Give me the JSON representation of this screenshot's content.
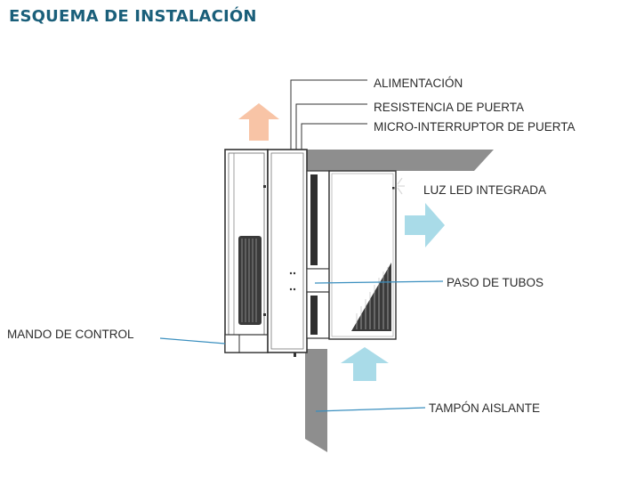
{
  "title": "ESQUEMA DE INSTALACIÓN",
  "labels": {
    "alimentacion": "ALIMENTACIÓN",
    "resistencia": "RESISTENCIA DE PUERTA",
    "micro": "MICRO-INTERRUPTOR DE PUERTA",
    "luz_led": "LUZ LED INTEGRADA",
    "paso_tubos": "PASO DE TUBOS",
    "mando": "MANDO DE CONTROL",
    "tampon": "TAMPÓN AISLANTE"
  },
  "colors": {
    "title": "#1a5f7a",
    "hot_arrow": "#f8c4a6",
    "cold_arrow": "#a9dbe8",
    "leader_blue": "#3a8fbf",
    "wall": "#8e8e8e"
  }
}
